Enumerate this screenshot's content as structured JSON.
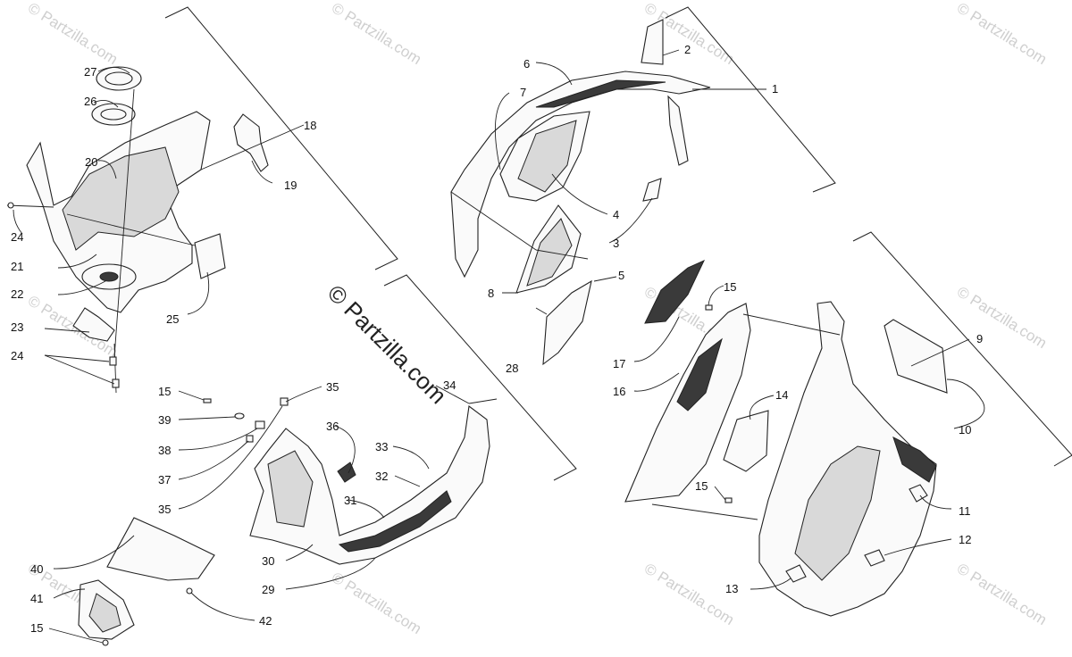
{
  "watermark": {
    "main": "© Partzilla.com",
    "tile": "© Partzilla.com"
  },
  "callouts": {
    "n1": "1",
    "n2": "2",
    "n3": "3",
    "n4": "4",
    "n5": "5",
    "n6": "6",
    "n7": "7",
    "n8": "8",
    "n9": "9",
    "n10": "10",
    "n11": "11",
    "n12": "12",
    "n13": "13",
    "n14": "14",
    "n15": "15",
    "n16": "16",
    "n17": "17",
    "n18": "18",
    "n19": "19",
    "n20": "20",
    "n21": "21",
    "n22": "22",
    "n23": "23",
    "n24": "24",
    "n25": "25",
    "n26": "26",
    "n27": "27",
    "n28": "28",
    "n29": "29",
    "n30": "30",
    "n31": "31",
    "n32": "32",
    "n33": "33",
    "n34": "34",
    "n35": "35",
    "n36": "36",
    "n37": "37",
    "n38": "38",
    "n39": "39",
    "n40": "40",
    "n41": "41",
    "n42": "42"
  },
  "colors": {
    "line": "#222222",
    "fill_light": "#fafafa",
    "fill_dark": "#3a3a3a",
    "watermark_tile": "#cfcfcf"
  }
}
